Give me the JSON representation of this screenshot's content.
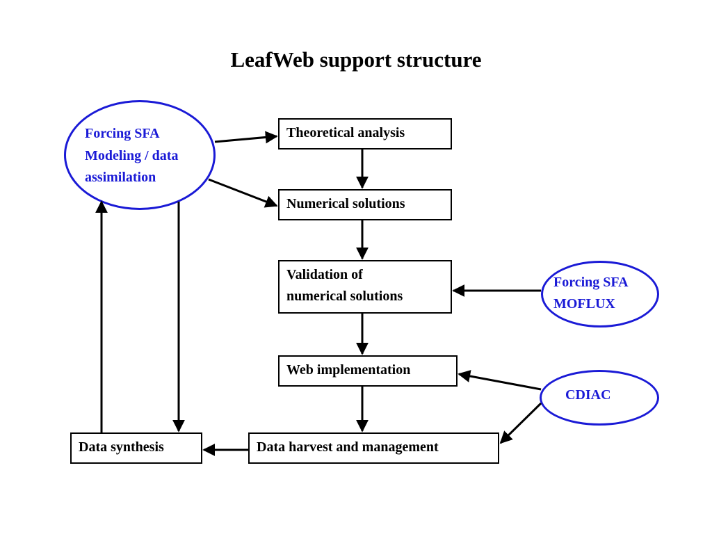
{
  "title": "LeafWeb support structure",
  "nodes": {
    "forcing_modeling": [
      "Forcing SFA",
      "Modeling / data",
      "assimilation"
    ],
    "theoretical": "Theoretical analysis",
    "numerical": "Numerical solutions",
    "validation": [
      "Validation of",
      "numerical solutions"
    ],
    "web": "Web implementation",
    "harvest": "Data harvest and management",
    "synthesis": "Data synthesis",
    "forcing_moflux": [
      "Forcing SFA",
      "MOFLUX"
    ],
    "cdiac": "CDIAC"
  },
  "colors": {
    "ellipse_stroke": "#1a1ad6",
    "ellipse_text": "#1a1ad6",
    "box_stroke": "#000000"
  }
}
